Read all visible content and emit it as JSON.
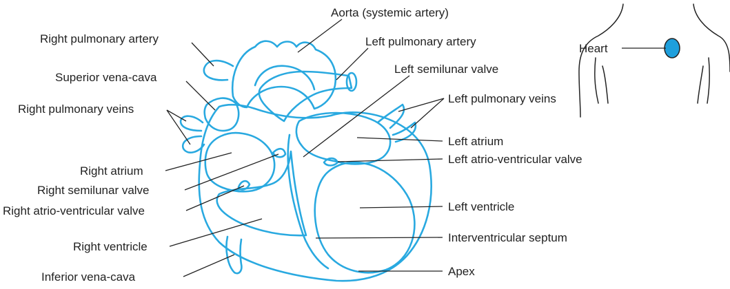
{
  "colors": {
    "heart_outline": "#29a9e0",
    "heart_icon_fill": "#1e9fdc",
    "text": "#222222",
    "background": "#ffffff"
  },
  "labels": {
    "aorta": "Aorta (systemic artery)",
    "right_pulmonary_artery": "Right pulmonary artery",
    "left_pulmonary_artery": "Left pulmonary artery",
    "left_semilunar_valve": "Left semilunar valve",
    "superior_vena_cava": "Superior vena-cava",
    "left_pulmonary_veins": "Left pulmonary veins",
    "right_pulmonary_veins": "Right pulmonary veins",
    "left_atrium": "Left atrium",
    "right_atrium": "Right atrium",
    "left_av_valve": "Left atrio-ventricular valve",
    "right_semilunar_valve": "Right semilunar valve",
    "right_av_valve": "Right atrio-ventricular valve",
    "left_ventricle": "Left ventricle",
    "right_ventricle": "Right ventricle",
    "interventricular_septum": "Interventricular septum",
    "inferior_vena_cava": "Inferior vena-cava",
    "apex": "Apex",
    "heart": "Heart"
  }
}
